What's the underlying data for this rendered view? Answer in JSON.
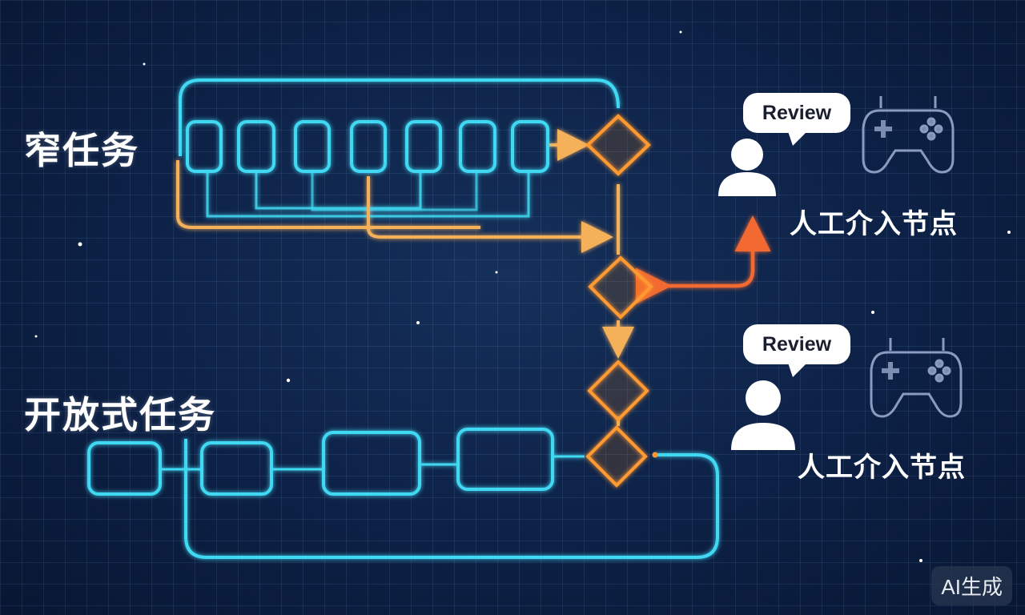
{
  "sections": {
    "narrow": "窄任务",
    "open": "开放式任务"
  },
  "human_nodes": [
    {
      "bubble": "Review",
      "label": "人工介入节点",
      "bubble_icon": "speech-bubble",
      "person_icon": "person-icon",
      "gamepad_icon": "gamepad-icon"
    },
    {
      "bubble": "Review",
      "label": "人工介入节点",
      "bubble_icon": "speech-bubble",
      "person_icon": "person-icon",
      "gamepad_icon": "gamepad-icon"
    }
  ],
  "watermark": "AI生成",
  "colors": {
    "cyan": "#3fd8f2",
    "orange": "#ff9a32",
    "amber": "#f5b15a",
    "red_orange": "#f26a32",
    "background": "#0d2146"
  }
}
